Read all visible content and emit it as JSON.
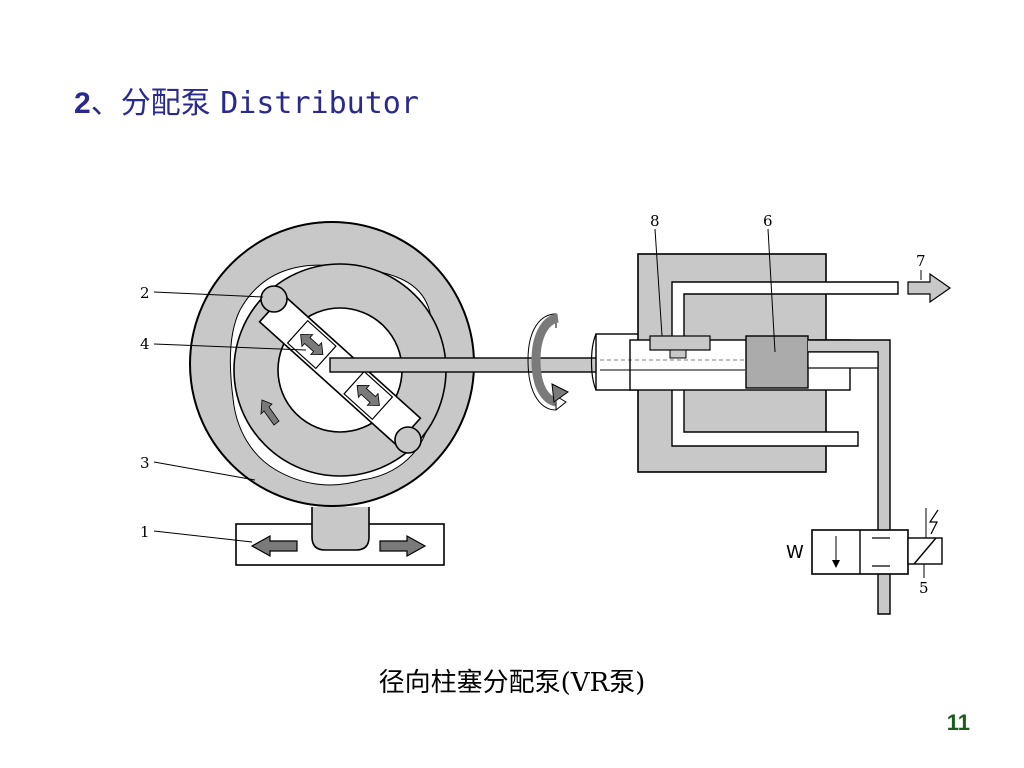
{
  "title": {
    "number": "2",
    "separator": "、",
    "chinese": "分配泵",
    "english": "Distributor"
  },
  "caption": "径向柱塞分配泵(VR泵)",
  "page_number": "11",
  "diagram": {
    "labels": [
      "1",
      "2",
      "3",
      "4",
      "5",
      "6",
      "7",
      "8"
    ],
    "valve_spring_symbol": "W"
  },
  "colors": {
    "title": "#2a2a8c",
    "page_number": "#1a5c1a",
    "gray_fill": "#c8c8c8",
    "dark_gray": "#7a7a7a",
    "component_fill": "#ababab"
  }
}
